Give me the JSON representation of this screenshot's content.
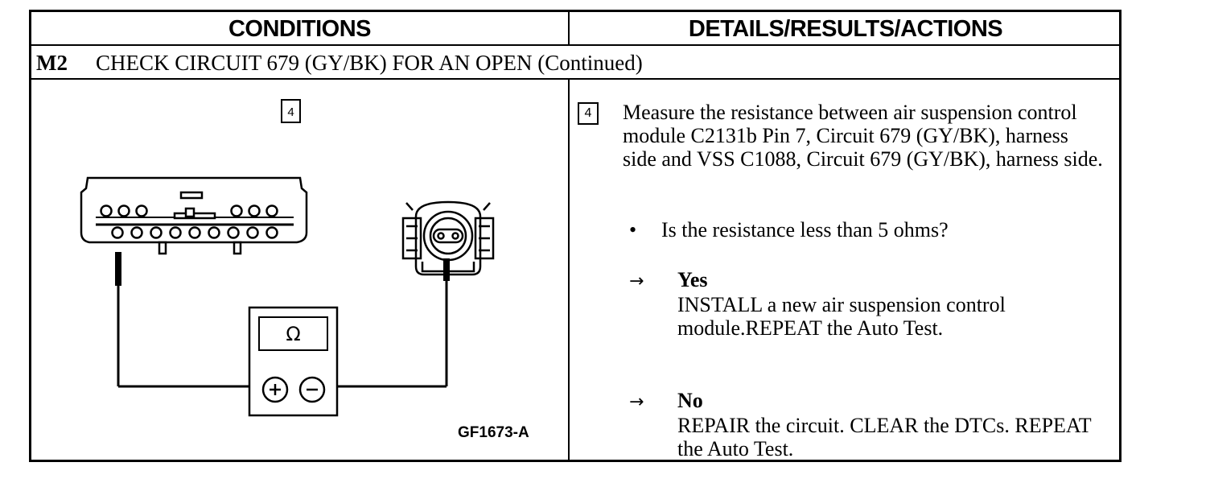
{
  "header": {
    "left_label": "CONDITIONS",
    "right_label": "DETAILS/RESULTS/ACTIONS"
  },
  "step": {
    "code": "M2",
    "title": "CHECK CIRCUIT 679 (GY/BK) FOR AN OPEN (Continued)"
  },
  "diagram": {
    "step_number": "4",
    "meter_symbol": "Ω",
    "figure_id": "GF1673-A"
  },
  "details": {
    "step_number": "4",
    "instruction": "Measure the resistance between air suspension control module C2131b Pin 7, Circuit 679 (GY/BK), harness side and VSS C1088, Circuit 679 (GY/BK), harness side.",
    "bullet": "•",
    "question": "Is the resistance less than 5 ohms?",
    "arrow": "→",
    "yes_label": "Yes",
    "yes_text": "INSTALL a new air suspension control module.REPEAT the Auto Test.",
    "no_label": "No",
    "no_text": "REPAIR the circuit. CLEAR the DTCs. REPEAT the Auto Test."
  }
}
